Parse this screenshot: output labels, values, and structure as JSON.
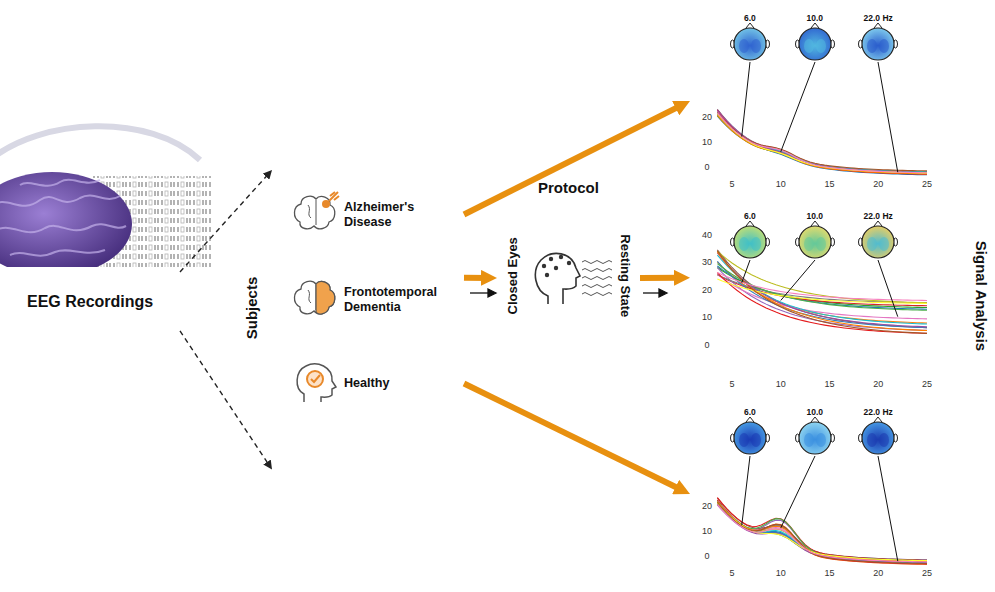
{
  "diagram": {
    "nodes": [
      {
        "text": [
          "EEG Recordings"
        ]
      },
      {
        "text": [
          "Subjects"
        ]
      },
      {
        "text": [
          "Alzheimer's Disease"
        ],
        "in": 1
      },
      {
        "text": [
          "Frontotemporal Dementia"
        ],
        "in": 1
      },
      {
        "text": [
          "Healthy"
        ],
        "in": 1
      },
      {
        "text": [
          "Protocol",
          "Closed Eyes",
          "Resting State"
        ]
      },
      {
        "text": [
          "Signal Analysis"
        ]
      },
      {
        "text": [
          "6.0",
          "10.0",
          "22.0 Hz",
          "20",
          "10",
          "0",
          "5",
          "10",
          "15",
          "20",
          "25"
        ],
        "in": 6
      },
      {
        "text": [
          "6.0",
          "10.0",
          "22.0 Hz",
          "40",
          "30",
          "20",
          "10",
          "0",
          "5",
          "10",
          "15",
          "20",
          "25"
        ],
        "in": 6
      },
      {
        "text": [
          "6.0",
          "10.0",
          "22.0 Hz",
          "20",
          "10",
          "0",
          "5",
          "10",
          "15",
          "20",
          "25"
        ],
        "in": 6
      }
    ],
    "edges": [
      {
        "from": 0,
        "to": 1,
        "arrow": "to"
      },
      {
        "from": 0,
        "to": 1,
        "arrow": "to"
      },
      {
        "from": 2,
        "to": 7,
        "arrow": "to"
      },
      {
        "from": 3,
        "to": 5,
        "arrow": "to"
      },
      {
        "from": 5,
        "to": 8,
        "arrow": "to"
      },
      {
        "from": 4,
        "to": 9,
        "arrow": "to"
      }
    ]
  }
}
